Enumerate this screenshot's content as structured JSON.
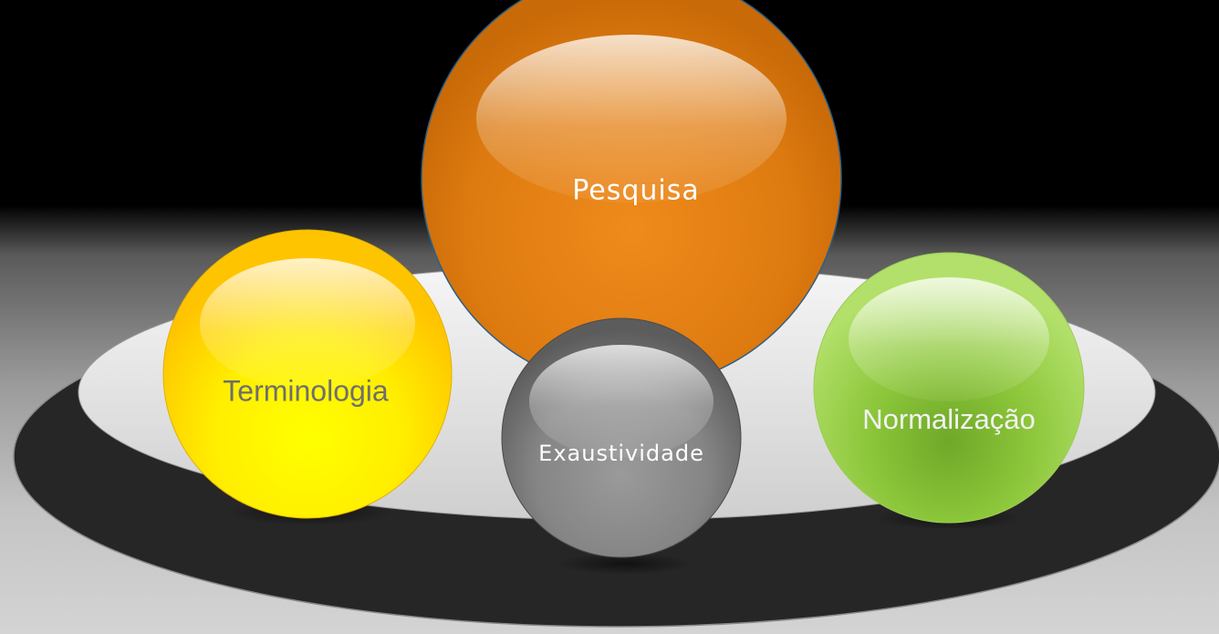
{
  "diagram": {
    "nodes": [
      {
        "id": "pesquisa",
        "label": "Pesquisa",
        "color": "#DE7B10",
        "text_color": "#FFFFFF"
      },
      {
        "id": "terminologia",
        "label": "Terminologia",
        "color": "#FFE000",
        "text_color": "#6E6E6E"
      },
      {
        "id": "exaustividade",
        "label": "Exaustividade",
        "color": "#858585",
        "text_color": "#FFFFFF"
      },
      {
        "id": "normalizacao",
        "label": "Normalização",
        "color": "#8CC63A",
        "text_color": "#F2F2F2"
      }
    ],
    "colors": {
      "background_top": "#000000",
      "background_bottom": "#D4D4D4",
      "platform_ring": "#262626",
      "platform_surface": "#E6E6E6"
    }
  }
}
